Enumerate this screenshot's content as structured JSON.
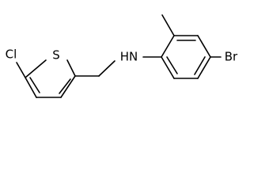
{
  "molecule": {
    "atom_labels": {
      "chlorine": "Cl",
      "sulfur": "S",
      "amine": "HN",
      "bromine": "Br"
    }
  }
}
